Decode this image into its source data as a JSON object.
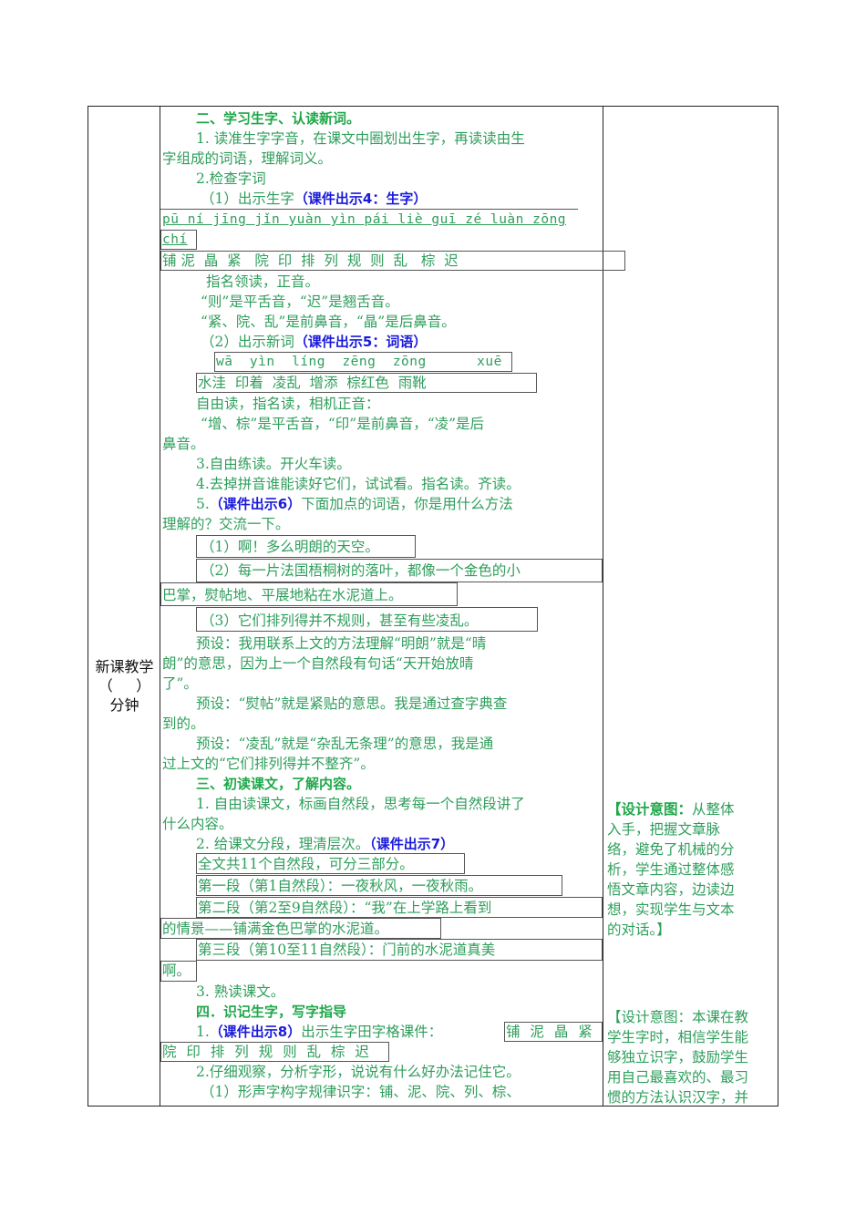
{
  "left_column": {
    "label_line1": "新课教学",
    "label_line2": "（     ）",
    "label_line3": "分钟"
  },
  "colors": {
    "heading_green": "#1fa84a",
    "body_green": "#2e9e5b",
    "courseware_blue": "#1a1adc",
    "border": "#222222"
  },
  "section2": {
    "heading": "二、学习生字、认读新词。",
    "item1_line1": "1. 读准生字字音，在课文中圈划出生字，再读读由生",
    "item1_line2": "字组成的词语，理解词义。",
    "item2": "2.检查字词",
    "sub1_label": "（1）出示生字",
    "sub1_courseware": "（课件出示4：生字）",
    "pinyin_line1": "pū ní jīng jǐn yuàn yìn pái liè guī zé luàn zōng",
    "pinyin_line2": "chí",
    "chars_line": "铺 泥  晶  紧   院  印  排  列  规  则  乱   棕  迟",
    "note1": "指名领读，正音。",
    "note2": "“则”是平舌音，“迟”是翘舌音。",
    "note3": "“紧、院、乱”是前鼻音，“晶”是后鼻音。",
    "sub2_label": "（2）出示新词",
    "sub2_courseware": "（课件出示5：词语）",
    "words_pinyin": "wā  yìn  líng  zēng  zōng      xuē",
    "words": "水洼  印着  凌乱  增添  棕红色  雨靴",
    "free_read": "自由读，指名读，相机正音：",
    "phonetic_line1": "“增、棕”是平舌音，“印”是前鼻音，“凌”是后",
    "phonetic_line2": "鼻音。",
    "item3": "3.自由练读。开火车读。",
    "item4": "4.去掉拼音谁能读好它们，试试看。指名读。齐读。",
    "item5_prefix": "5.",
    "item5_courseware": "（课件出示6）",
    "item5_text": "下面加点的词语，你是用什么方法",
    "item5_line2": "理解的？交流一下。",
    "sentence1": "（1）啊！多么明朗的天空。",
    "sentence2_line1": "（2）每一片法国梧桐树的落叶，都像一个金色的小",
    "sentence2_line2": "巴掌，熨帖地、平展地粘在水泥道上。",
    "sentence3": "（3）它们排列得并不规则，甚至有些凌乱。",
    "preset1_line1": "预设：我用联系上文的方法理解“明朗”就是“晴",
    "preset1_line2": "朗”的意思，因为上一个自然段有句话“天开始放晴",
    "preset1_line3": "了”。",
    "preset2_line1": "预设：“熨帖”就是紧贴的意思。我是通过查字典查",
    "preset2_line2": "到的。",
    "preset3_line1": "预设：“凌乱”就是“杂乱无条理”的意思，我是通",
    "preset3_line2": "过上文的“它们排列得并不整齐”。"
  },
  "section3": {
    "heading": "三、初读课文，了解内容。",
    "item1_line1": "1. 自由读课文，标画自然段，思考每一个自然段讲了",
    "item1_line2": "什么内容。",
    "item2_text": "2. 给课文分段，理清层次。",
    "item2_courseware": "（课件出示7）",
    "summary": "全文共11个自然段，可分三部分。",
    "part1": "第一段（第1自然段）：一夜秋风，一夜秋雨。",
    "part2_line1": "第二段（第2至9自然段）：“我”在上学路上看到",
    "part2_line2": "的情景——铺满金色巴掌的水泥道。",
    "part3_line1": "第三段（第10至11自然段）：门前的水泥道真美",
    "part3_line2": "啊。",
    "item3": "3. 熟读课文。"
  },
  "section4": {
    "heading": "四．识记生字，写字指导",
    "item1_prefix": "1.",
    "item1_courseware": "（课件出示8）",
    "item1_text": "出示生字田字格课件：",
    "item1_chars1": "铺 泥 晶 紧",
    "item1_chars2": "院 印 排 列 规 则 乱 棕 迟",
    "item2": "2.仔细观察，分析字形，说说有什么好办法记住它。",
    "item2_sub1": "（1）形声字构字规律识字：铺、泥、院、列、棕、"
  },
  "design_notes": [
    {
      "title": "【设计意图：",
      "lines": [
        "从整体",
        "入手，把握文章脉",
        "络，避免了机械的分",
        "析，学生通过整体感",
        "悟文章内容，边读边",
        "想，实现学生与文本",
        "的对话。】"
      ]
    },
    {
      "title": "【设计意图：",
      "lines": [
        "本课在教",
        "学生字时，相信学生能",
        "够独立识字，鼓励学生",
        "用自己最喜欢的、最习",
        "惯的方法认识汉字，并"
      ]
    }
  ]
}
